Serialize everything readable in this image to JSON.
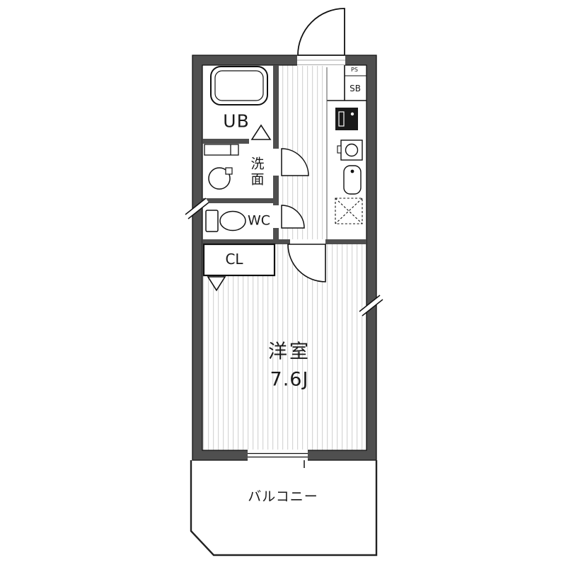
{
  "floorplan": {
    "rooms": {
      "unit_bath": {
        "label": "UB"
      },
      "washroom": {
        "label": "洗面"
      },
      "toilet": {
        "label": "WC"
      },
      "closet": {
        "label": "CL"
      },
      "western_room": {
        "label": "洋室",
        "size": "7.6J"
      },
      "balcony": {
        "label": "バルコニー"
      },
      "shoe_box": {
        "label": "SB"
      },
      "pipe_space": {
        "label": "PS"
      }
    },
    "colors": {
      "background": "#ffffff",
      "wall": "#4f4f4f",
      "outline": "#111111",
      "floor_stripe": "#d6d6d6"
    }
  }
}
